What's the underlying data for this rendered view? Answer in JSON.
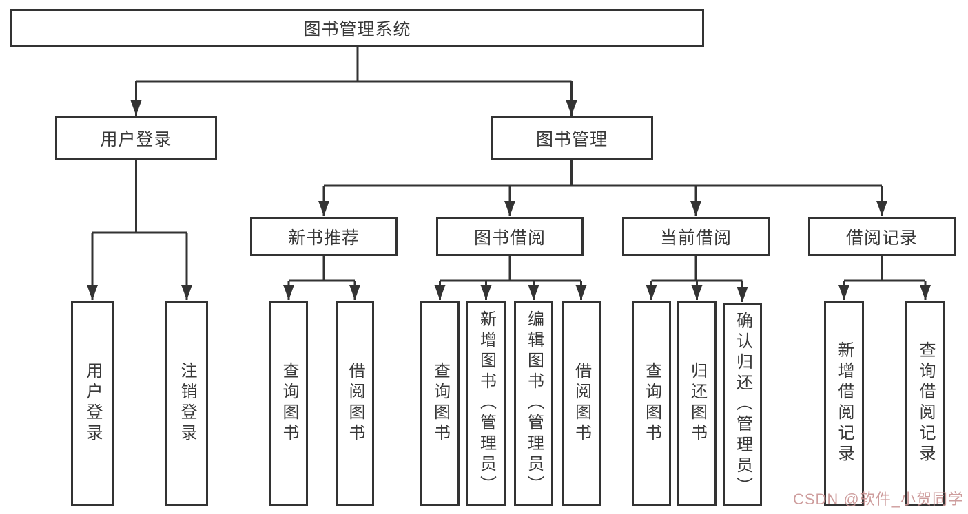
{
  "diagram": {
    "type": "hierarchy-tree",
    "colors": {
      "line": "#333333",
      "box_border": "#333333",
      "box_fill": "#ffffff",
      "text": "#383838",
      "watermark": "#c99292",
      "background": "#ffffff"
    }
  },
  "nodes": {
    "root": {
      "label": "图书管理系统"
    },
    "user_login": {
      "label": "用户登录"
    },
    "book_mgmt": {
      "label": "图书管理"
    },
    "new_book_rec": {
      "label": "新书推荐"
    },
    "book_borrow": {
      "label": "图书借阅"
    },
    "current_borrow": {
      "label": "当前借阅"
    },
    "borrow_record": {
      "label": "借阅记录"
    },
    "ul_login": {
      "label": "用户登录"
    },
    "ul_logout": {
      "label": "注销登录"
    },
    "nbr_query": {
      "label": "查询图书"
    },
    "nbr_borrow": {
      "label": "借阅图书"
    },
    "bb_query": {
      "label": "查询图书"
    },
    "bb_add": {
      "label": "新增图书（管理员）"
    },
    "bb_edit": {
      "label": "编辑图书（管理员）"
    },
    "bb_borrow": {
      "label": "借阅图书"
    },
    "cb_query": {
      "label": "查询图书"
    },
    "cb_return": {
      "label": "归还图书"
    },
    "cb_confirm": {
      "label": "确认归还（管理员）"
    },
    "br_add": {
      "label": "新增借阅记录"
    },
    "br_query": {
      "label": "查询借阅记录"
    }
  },
  "edges": [
    [
      "root",
      "user_login"
    ],
    [
      "root",
      "book_mgmt"
    ],
    [
      "user_login",
      "ul_login"
    ],
    [
      "user_login",
      "ul_logout"
    ],
    [
      "book_mgmt",
      "new_book_rec"
    ],
    [
      "book_mgmt",
      "book_borrow"
    ],
    [
      "book_mgmt",
      "current_borrow"
    ],
    [
      "book_mgmt",
      "borrow_record"
    ],
    [
      "new_book_rec",
      "nbr_query"
    ],
    [
      "new_book_rec",
      "nbr_borrow"
    ],
    [
      "book_borrow",
      "bb_query"
    ],
    [
      "book_borrow",
      "bb_add"
    ],
    [
      "book_borrow",
      "bb_edit"
    ],
    [
      "book_borrow",
      "bb_borrow"
    ],
    [
      "current_borrow",
      "cb_query"
    ],
    [
      "current_borrow",
      "cb_return"
    ],
    [
      "current_borrow",
      "cb_confirm"
    ],
    [
      "borrow_record",
      "br_add"
    ],
    [
      "borrow_record",
      "br_query"
    ]
  ],
  "watermark": {
    "text": "CSDN @软件_小贺同学"
  }
}
